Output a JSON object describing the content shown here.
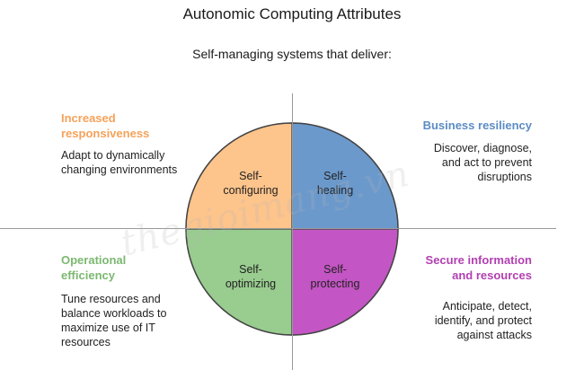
{
  "title": "Autonomic Computing Attributes",
  "subtitle": "Self-managing systems that deliver:",
  "segments": {
    "top_left": {
      "label_1": "Self-",
      "label_2": "configuring",
      "color": "#FDC48C"
    },
    "top_right": {
      "label_1": "Self-",
      "label_2": "healing",
      "color": "#6B99CC"
    },
    "bottom_left": {
      "label_1": "Self-",
      "label_2": "optimizing",
      "color": "#99CC8F"
    },
    "bottom_right": {
      "label_1": "Self-",
      "label_2": "protecting",
      "color": "#C455C4"
    }
  },
  "corners": {
    "top_left": {
      "heading_1": "Increased",
      "heading_2": "responsiveness",
      "color": "#F6A25A",
      "body_1": "Adapt to dynamically",
      "body_2": "changing environments"
    },
    "top_right": {
      "heading_1": "Business resiliency",
      "color": "#5B8CC4",
      "body_1": "Discover, diagnose,",
      "body_2": "and act to prevent",
      "body_3": "disruptions"
    },
    "bottom_left": {
      "heading_1": "Operational",
      "heading_2": "efficiency",
      "color": "#7CB871",
      "body_1": "Tune resources and",
      "body_2": "balance workloads to",
      "body_3": "maximize use of IT",
      "body_4": "resources"
    },
    "bottom_right": {
      "heading_1": "Secure information",
      "heading_2": "and resources",
      "color": "#B23FB2",
      "body_1": "Anticipate, detect,",
      "body_2": "identify, and protect",
      "body_3": "against attacks"
    }
  },
  "watermark": "thegioimang.vn"
}
